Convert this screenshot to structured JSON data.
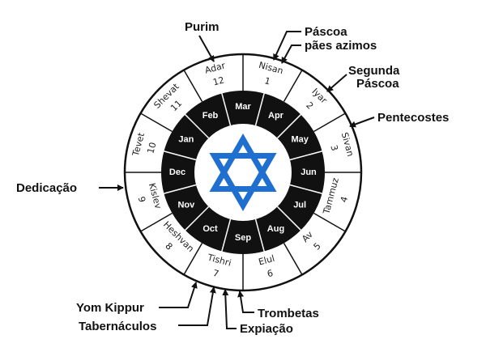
{
  "hebrew_months": [
    {
      "name": "Nisan",
      "number": "1"
    },
    {
      "name": "Iyar",
      "number": "2"
    },
    {
      "name": "Sivan",
      "number": "3"
    },
    {
      "name": "Tammuz",
      "number": "4"
    },
    {
      "name": "Av",
      "number": "5"
    },
    {
      "name": "Elul",
      "number": "6"
    },
    {
      "name": "Tishri",
      "number": "7"
    },
    {
      "name": "Heshvan",
      "number": "8"
    },
    {
      "name": "Kislev",
      "number": "9"
    },
    {
      "name": "Tevet",
      "number": "10"
    },
    {
      "name": "Shevat",
      "number": "11"
    },
    {
      "name": "Adar",
      "number": "12"
    }
  ],
  "gregorian_months": [
    "Mar",
    "Apr",
    "May",
    "Jun",
    "Jul",
    "Aug",
    "Sep",
    "Oct",
    "Nov",
    "Dec",
    "Jan",
    "Feb"
  ],
  "feasts": {
    "purim": "Purim",
    "pascoa": "Páscoa",
    "paes_azimos": "pães azimos",
    "segunda_pascoa_1": "Segunda",
    "segunda_pascoa_2": "Páscoa",
    "pentecostes": "Pentecostes",
    "dedicacao": "Dedicação",
    "yom_kippur": "Yom Kippur",
    "tabernaculos": "Tabernáculos",
    "trombetas": "Trombetas",
    "expiacao": "Expiação"
  },
  "colors": {
    "ring": "#111111",
    "star": "#1e6fd0",
    "text": "#111111",
    "inner_text": "#ffffff"
  },
  "icons": {
    "center": "star-of-david-icon"
  }
}
